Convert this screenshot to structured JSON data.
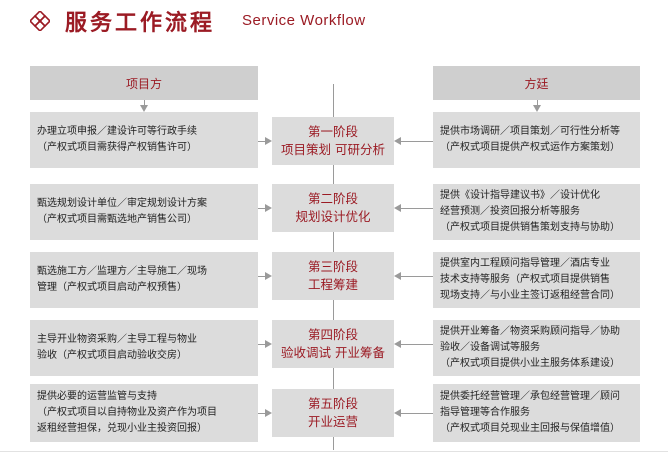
{
  "header": {
    "title_cn": "服务工作流程",
    "title_en": "Service Workflow"
  },
  "left_header": "项目方",
  "right_header": "方廷",
  "colors": {
    "accent": "#9b1b24",
    "box": "#dcdcdc",
    "line": "#9a9a9a"
  },
  "left_items": [
    [
      "办理立项申报／建设许可等行政手续",
      "（产权式项目需获得产权销售许可）"
    ],
    [
      "甄选规划设计单位／审定规划设计方案",
      "（产权式项目需甄选地产销售公司）"
    ],
    [
      "甄选施工方／监理方／主导施工／现场",
      "管理（产权式项目启动产权预售）"
    ],
    [
      "主导开业物资采购／主导工程与物业",
      "验收（产权式项目启动验收交房）"
    ],
    [
      "提供必要的运营监管与支持",
      "（产权式项目以自持物业及资产作为项目",
      "返租经营担保，兑现小业主投资回报）"
    ]
  ],
  "stages": [
    [
      "第一阶段",
      "项目策划  可研分析"
    ],
    [
      "第二阶段",
      "规划设计优化"
    ],
    [
      "第三阶段",
      "工程筹建"
    ],
    [
      "第四阶段",
      "验收调试  开业筹备"
    ],
    [
      "第五阶段",
      "开业运营"
    ]
  ],
  "right_items": [
    [
      "提供市场调研／项目策划／可行性分析等",
      "（产权式项目提供产权式运作方案策划）"
    ],
    [
      "提供《设计指导建议书》／设计优化",
      "经营预测／投资回报分析等服务",
      "（产权式项目提供销售策划支持与协助）"
    ],
    [
      "提供室内工程顾问指导管理／酒店专业",
      "技术支持等服务（产权式项目提供销售",
      "现场支持／与小业主签订返租经营合同）"
    ],
    [
      "提供开业筹备／物资采购顾问指导／协助",
      "验收／设备调试等服务",
      "（产权式项目提供小业主服务体系建设）"
    ],
    [
      "提供委托经营管理／承包经营管理／顾问",
      "指导管理等合作服务",
      "（产权式项目兑现业主回报与保值增值）"
    ]
  ]
}
